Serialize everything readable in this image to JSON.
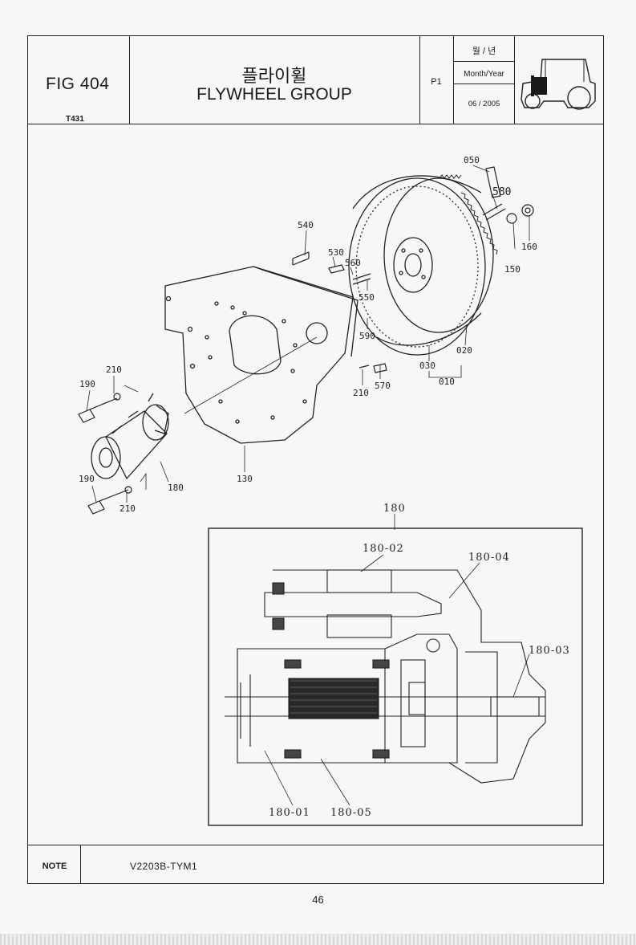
{
  "header": {
    "fig_no": "FIG 404",
    "model": "T431",
    "title_kr": "플라이휠",
    "title_en": "FLYWHEEL GROUP",
    "page_code": "P1",
    "date_kr": "월 / 년",
    "date_label": "Month/Year",
    "date_value": "06 / 2005"
  },
  "diagram": {
    "callouts": {
      "c050": "050",
      "c580": "580",
      "c540": "540",
      "c530": "530",
      "c560": "560",
      "c550": "550",
      "c160": "160",
      "c150": "150",
      "c590": "590",
      "c020": "020",
      "c030": "030",
      "c010": "010",
      "c570": "570",
      "c210a": "210",
      "c190a": "190",
      "c210b": "210",
      "c190b": "190",
      "c180": "180",
      "c130": "130",
      "c210c": "210"
    },
    "detail_title": "180",
    "detail_callouts": {
      "d02": "180-02",
      "d04": "180-04",
      "d03": "180-03",
      "d01": "180-01",
      "d05": "180-05"
    }
  },
  "footer": {
    "note_label": "NOTE",
    "note_value": "V2203B-TYM1",
    "page_number": "46"
  }
}
